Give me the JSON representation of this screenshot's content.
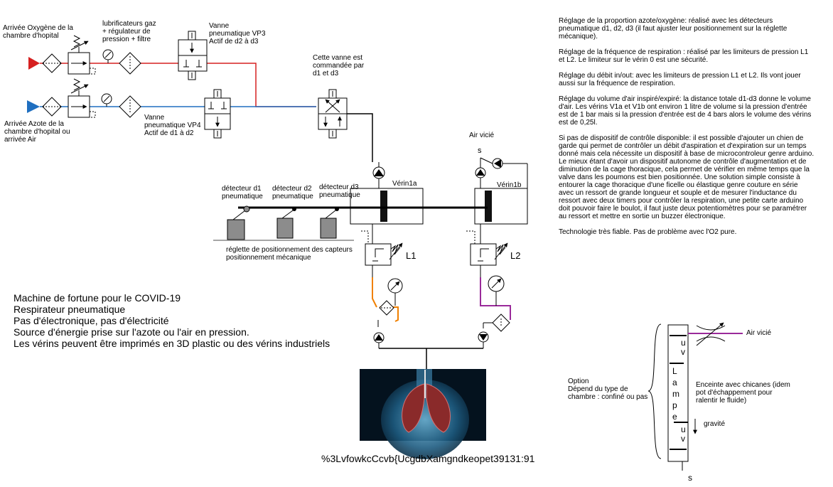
{
  "labels": {
    "oxygen_inlet": "Arrivée Oxygène de la\nchambre d'hopital",
    "nitrogen_inlet": "Arrivée Azote de la\nchambre d'hopital ou\narrivée Air",
    "lubricators": "lubrificateurs gaz\n+ régulateur de\npression + filtre",
    "valve_vp3": "Vanne\npneumatique VP3\nActif de d2 à d3",
    "valve_vp4": "Vanne\npneumatique VP4\nActif de d1 à d2",
    "controlled_valve": "Cette vanne est\ncommandée par\nd1 et d3",
    "air_vicie_top": "Air vicié",
    "s_top": "s",
    "verin1a": "Vérin1a",
    "verin1b": "Vérin1b",
    "detector_d1": "détecteur d1\npneumatique",
    "detector_d2": "détecteur d2\npneumatique",
    "detector_d3": "détecteur d3\npneumatique",
    "reglette": "réglette de positionnement des capteurs\npositionnement mécanique",
    "l1": "L1",
    "l2": "L2",
    "option": "Option\nDépend du type de\nchambre : confiné ou pas",
    "enceinte": "Enceinte avec chicanes (idem\npot d'échappement pour\nralentir le fluide)",
    "air_vicie_right": "Air vicié",
    "gravite": "gravité",
    "s_bottom": "s",
    "uv1": "u\nv",
    "lampe": "L\na\nm\np\ne",
    "uv2": "u\nv",
    "footer_code": "%3LvfowkcCcvb{UcgdbXamgndkeopet39131:91"
  },
  "description_lines": [
    "Machine de fortune pour le COVID-19",
    "Respirateur pneumatique",
    "Pas d'électronique, pas d'électricité",
    "Source d'énergie prise sur l'azote ou l'air en pression.",
    "Les vérins peuvent être imprimés en 3D plastic ou des vérins industriels"
  ],
  "notes": [
    "Réglage de la proportion azote/oxygène: réalisé avec les détecteurs pneumatique d1, d2, d3 (il faut ajuster leur positionnement sur la réglette mécanique).",
    "Réglage de la fréquence de respiration : réalisé par les limiteurs de pression L1 et L2. Le limiteur sur le vérin 0 est une sécurité.",
    "Réglage du débit in/out: avec les limiteurs de pression L1 et L2. Ils vont jouer aussi sur la fréquence de respiration.",
    "Réglage du volume d'air inspiré/expiré: la distance totale d1-d3 donne le volume d'air. Les vérins V1a et V1b ont environ 1 litre de volume si la pression d'entrée est de 1 bar mais si la pression d'entrée est de 4 bars alors le volume des vérins est de 0,25l.",
    "Si pas de dispositif de contrôle disponible: il est possible d'ajouter un chien de garde qui permet de contrôler un débit d'aspiration et d'expiration sur un temps donné mais cela nécessite un dispositif à base de microcontroleur genre arduino. Le mieux étant d'avoir un dispositif autonome de contrôle d'augmentation et de diminution de la cage thoracique, cela permet de vérifier en même temps que la valve dans les poumons est bien positionnée. Une solution simple consiste à entourer la cage thoracique d'une ficelle ou élastique genre couture en série avec un ressort de grande longueur et souple et de mesurer l'inductance du ressort avec deux timers pour contrôler la respiration, une petite carte arduino doit pouvoir faire le boulot, il faut juste deux potentiomètres pour se paramétrer au ressort et mettre en sortie un buzzer électronique.",
    "Technologie très fiable. Pas de problème avec l'O2 pure."
  ],
  "colors": {
    "oxygen_line": "#d62020",
    "nitrogen_line": "#1f6fc0",
    "orange_line": "#f08000",
    "purple_line": "#9a2a9a",
    "actuator_body": "#ffffff",
    "piston": "#111111",
    "detector_box": "#8c8c8c"
  }
}
